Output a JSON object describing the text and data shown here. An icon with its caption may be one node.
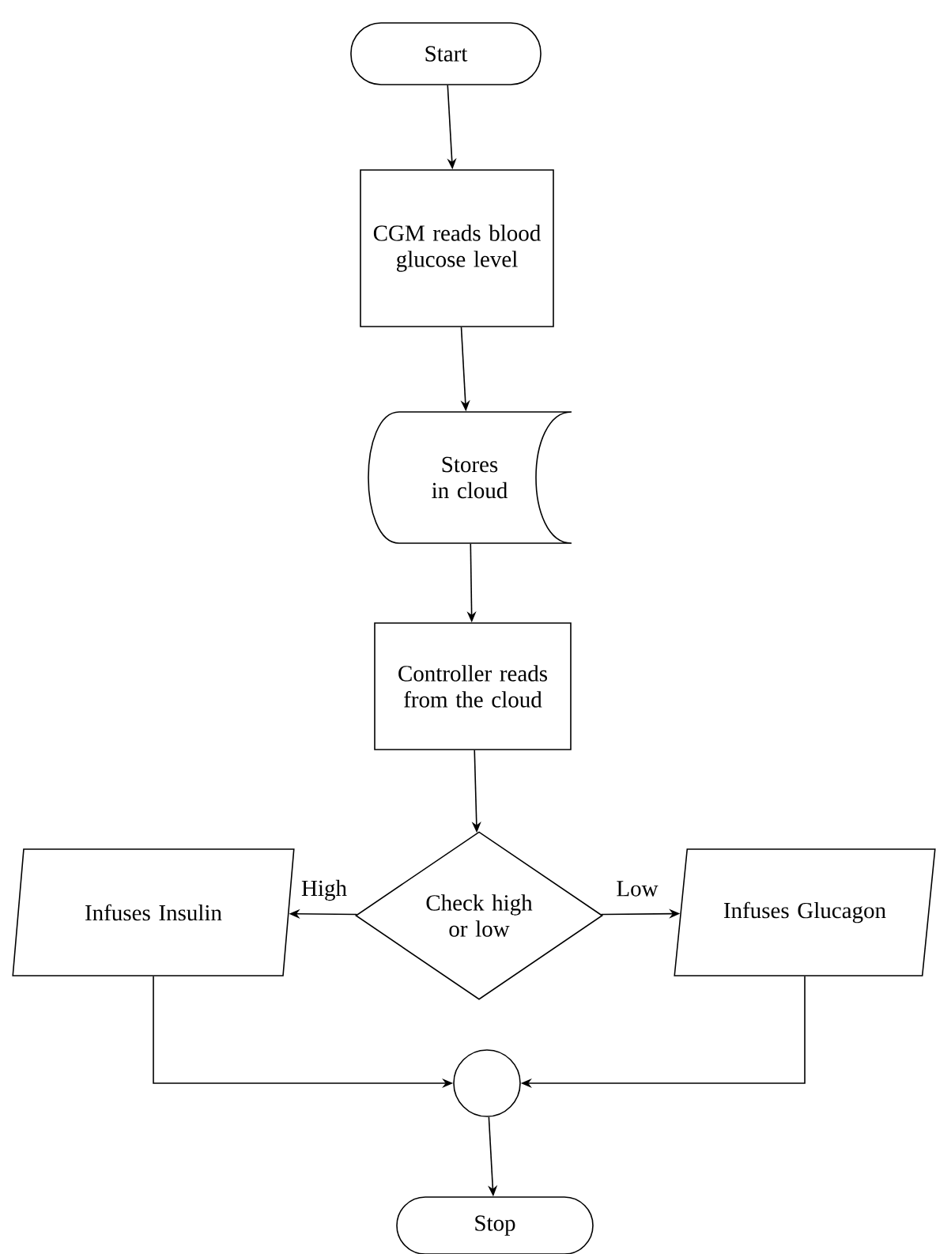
{
  "diagram": {
    "nodes": [
      {
        "text": [
          "Start"
        ]
      },
      {
        "text": [
          "CGM reads blood glucose level"
        ]
      },
      {
        "text": [
          "Stores in cloud"
        ]
      },
      {
        "text": [
          "Controller reads from the cloud"
        ]
      },
      {
        "text": [
          "Check high or low"
        ]
      },
      {
        "text": [
          "Infuses Insulin"
        ]
      },
      {
        "text": [
          "Infuses Glucagon"
        ]
      },
      {
        "text": [],
        "shape": "circle"
      },
      {
        "text": [
          "Stop"
        ]
      }
    ],
    "edges": [
      {
        "from": 0,
        "to": 1,
        "arrow": "to"
      },
      {
        "from": 1,
        "to": 2,
        "arrow": "to"
      },
      {
        "from": 2,
        "to": 3,
        "arrow": "to"
      },
      {
        "from": 3,
        "to": 4,
        "arrow": "to"
      },
      {
        "from": 4,
        "to": 5,
        "label": "High",
        "arrow": "to"
      },
      {
        "from": 4,
        "to": 6,
        "label": "Low",
        "arrow": "to"
      },
      {
        "from": 5,
        "to": 7,
        "arrow": "to"
      },
      {
        "from": 6,
        "to": 7,
        "arrow": "to"
      },
      {
        "from": 7,
        "to": 8,
        "arrow": "to"
      }
    ]
  }
}
